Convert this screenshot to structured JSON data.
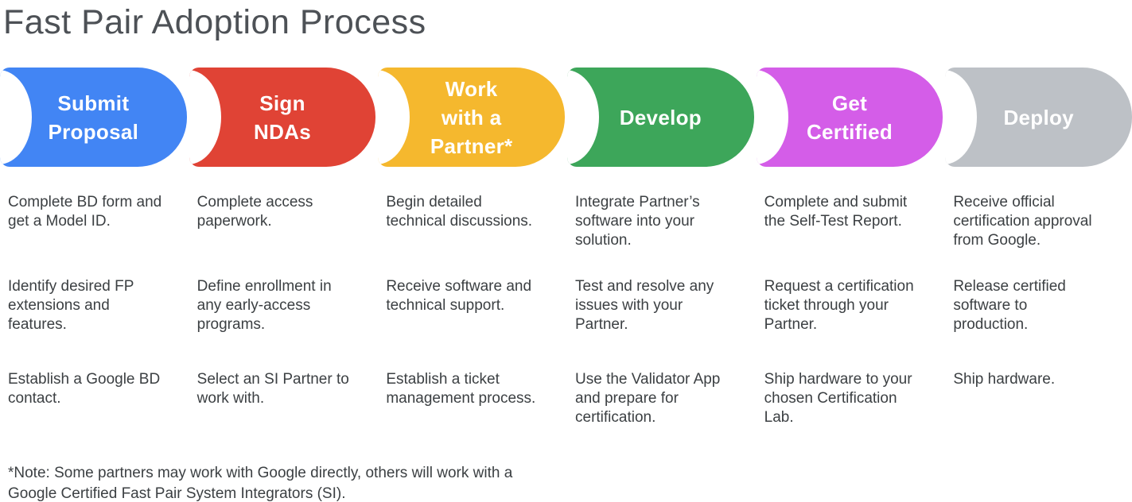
{
  "title": "Fast Pair Adoption Process",
  "colors": {
    "title_text": "#4d5156",
    "body_text": "#3c4043",
    "stage_label_text": "#ffffff"
  },
  "stages": [
    {
      "label": "Submit\nProposal",
      "color": "#4285f4",
      "items": [
        "Complete BD form and\nget a Model ID.",
        "Identify desired FP\nextensions and\nfeatures.",
        "Establish a Google BD\ncontact."
      ]
    },
    {
      "label": "Sign\nNDAs",
      "color": "#e04335",
      "items": [
        "Complete access\npaperwork.",
        "Define enrollment in\nany early-access\nprograms.",
        "Select an SI Partner to\nwork with."
      ]
    },
    {
      "label": "Work\nwith a\nPartner*",
      "color": "#f5b82e",
      "items": [
        "Begin detailed\ntechnical discussions.",
        "Receive software and\ntechnical support.",
        "Establish a ticket\nmanagement process."
      ]
    },
    {
      "label": "Develop",
      "color": "#3da65a",
      "items": [
        "Integrate Partner’s\nsoftware into your\nsolution.",
        "Test and resolve any\nissues with your\nPartner.",
        "Use the Validator App\nand prepare for\ncertification."
      ]
    },
    {
      "label": "Get\nCertified",
      "color": "#d45dе8",
      "items": [
        "Complete and submit\nthe Self-Test Report.",
        "Request a certification\nticket through your\nPartner.",
        "Ship hardware to your\nchosen Certification\nLab."
      ]
    },
    {
      "label": "Deploy",
      "color": "#bdc1c6",
      "items": [
        "Receive official\ncertification approval\nfrom Google.",
        "Release certified\nsoftware to\nproduction.",
        "Ship hardware."
      ]
    }
  ],
  "footnote": "*Note: Some partners may work with Google directly, others will work with a\nGoogle Certified Fast Pair System Integrators (SI)."
}
